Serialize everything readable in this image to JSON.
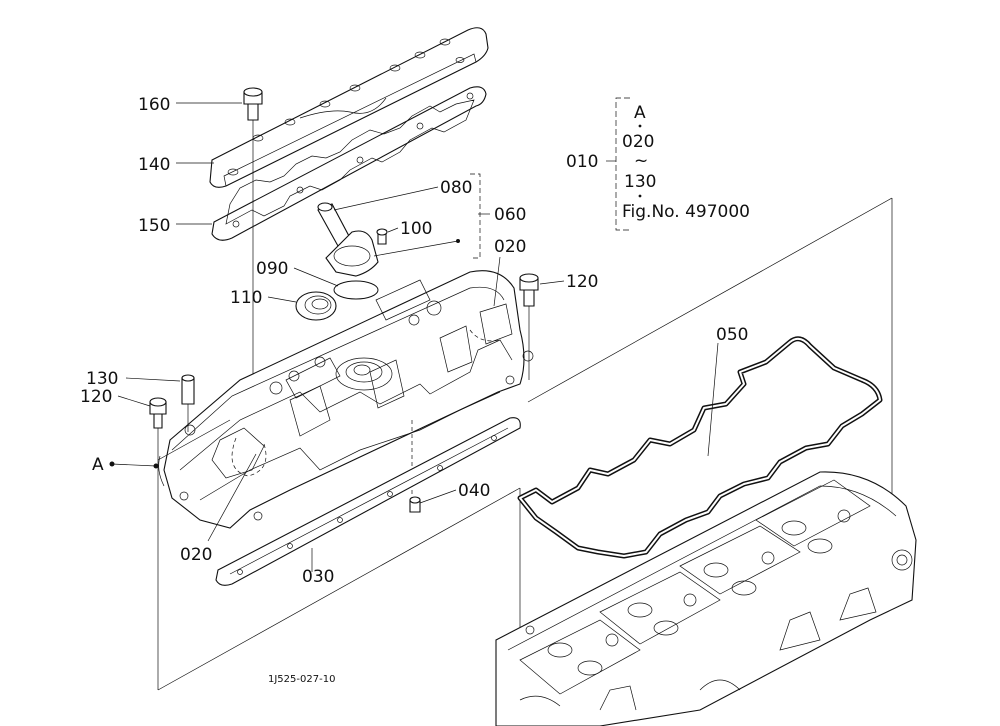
{
  "labels": {
    "p160": "160",
    "p140": "140",
    "p150": "150",
    "p080": "080",
    "p060": "060",
    "p100": "100",
    "p020a": "020",
    "p090": "090",
    "p110": "110",
    "p120a": "120",
    "p050": "050",
    "p130": "130",
    "p120b": "120",
    "pA": "A",
    "p040": "040",
    "p020b": "020",
    "p030": "030"
  },
  "reference": {
    "group": "010",
    "top": "A",
    "from": "020",
    "tilde": "~",
    "to": "130",
    "fig": "Fig.No. 497000"
  },
  "drawing_number": "1J525-027-10"
}
